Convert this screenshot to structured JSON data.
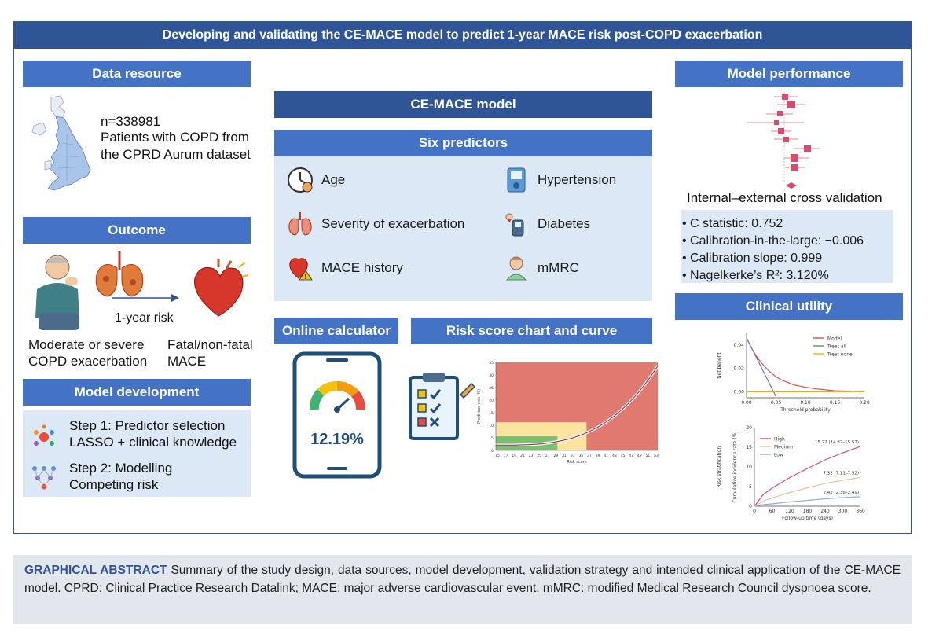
{
  "banner_title": "Developing and validating the CE-MACE model to predict 1-year MACE risk post-COPD exacerbation",
  "data_resource": {
    "header": "Data resource",
    "n": "n=338981",
    "line1": "Patients with COPD from",
    "line2": "the CPRD Aurum dataset"
  },
  "outcome": {
    "header": "Outcome",
    "arrow_label": "1-year risk",
    "left_line1": "Moderate or severe",
    "left_line2": "COPD exacerbation",
    "right_line1": "Fatal/non-fatal",
    "right_line2": "MACE"
  },
  "model_development": {
    "header": "Model development",
    "step1_title": "Step 1: Predictor selection",
    "step1_detail": "LASSO + clinical knowledge",
    "step2_title": "Step 2: Modelling",
    "step2_detail": "Competing risk"
  },
  "ce_mace": {
    "header": "CE-MACE model"
  },
  "predictors": {
    "header": "Six predictors",
    "items": [
      "Age",
      "Hypertension",
      "Severity of exacerbation",
      "Diabetes",
      "MACE history",
      "mMRC"
    ]
  },
  "online_calculator": {
    "header": "Online calculator",
    "value": "12.19%"
  },
  "risk_chart": {
    "header": "Risk score chart and curve",
    "xlabel": "Risk score",
    "ylabel": "Predicted risk (%)",
    "x_ticks": [
      "15",
      "17",
      "19",
      "21",
      "23",
      "25",
      "27",
      "29",
      "31",
      "33",
      "35",
      "37",
      "39",
      "41",
      "43",
      "45",
      "47",
      "49",
      "51",
      "53"
    ],
    "y_ticks": [
      "0",
      "5",
      "10",
      "15",
      "20",
      "25",
      "30",
      "35"
    ]
  },
  "model_performance": {
    "header": "Model performance",
    "subtitle": "Internal–external cross validation",
    "metrics": [
      "C statistic: 0.752",
      "Calibration-in-the-large: −0.006",
      "Calibration slope: 0.999",
      "Nagelkerke’s R²: 3.120%"
    ]
  },
  "clinical_utility": {
    "header": "Clinical utility",
    "dca": {
      "ylabel": "Net benefit",
      "xlabel": "Threshold probability",
      "x_ticks": [
        "0.00",
        "0.05",
        "0.10",
        "0.15",
        "0.20"
      ],
      "y_ticks": [
        "0.00",
        "0.02",
        "0.04"
      ],
      "legend": [
        "Model",
        "Treat all",
        "Treat none"
      ],
      "colors": {
        "model": "#d9534f",
        "treat_all": "#5a7fc0",
        "treat_none": "#e8b400"
      }
    },
    "stratification": {
      "side_label": "Risk stratification",
      "ylabel": "Cumulative incidence rate (%)",
      "xlabel": "Follow-up time (days)",
      "x_ticks": [
        "0",
        "60",
        "120",
        "180",
        "240",
        "300",
        "360"
      ],
      "y_ticks": [
        "0",
        "5",
        "10",
        "15",
        "20"
      ],
      "legend": [
        "High",
        "Medium",
        "Low"
      ],
      "labels": [
        "15.22 (14.87–15.57)",
        "7.32 (7.11–7.52)",
        "2.42 (2.36–2.49)"
      ],
      "colors": {
        "high": "#d6477e",
        "medium": "#e8c39a",
        "low": "#8fb0d8"
      }
    }
  },
  "chart_data": [
    {
      "type": "line",
      "title": "",
      "xlabel": "Threshold probability",
      "ylabel": "Net benefit",
      "xlim": [
        0,
        0.2
      ],
      "ylim": [
        -0.005,
        0.05
      ],
      "x": [
        0.0,
        0.01,
        0.02,
        0.03,
        0.04,
        0.05,
        0.06,
        0.08,
        0.1,
        0.12,
        0.15,
        0.2
      ],
      "series": [
        {
          "name": "Model",
          "values": [
            0.046,
            0.036,
            0.028,
            0.022,
            0.017,
            0.013,
            0.01,
            0.006,
            0.004,
            0.0025,
            0.001,
            0.0
          ]
        },
        {
          "name": "Treat all",
          "values": [
            0.046,
            0.036,
            0.026,
            0.016,
            0.006,
            -0.004,
            null,
            null,
            null,
            null,
            null,
            null
          ]
        },
        {
          "name": "Treat none",
          "values": [
            0,
            0,
            0,
            0,
            0,
            0,
            0,
            0,
            0,
            0,
            0,
            0
          ]
        }
      ]
    },
    {
      "type": "line",
      "title": "",
      "xlabel": "Follow-up time (days)",
      "ylabel": "Cumulative incidence rate (%)",
      "xlim": [
        0,
        360
      ],
      "ylim": [
        0,
        20
      ],
      "x": [
        0,
        30,
        60,
        120,
        180,
        240,
        300,
        360
      ],
      "series": [
        {
          "name": "High",
          "values": [
            0,
            3.0,
            4.6,
            7.3,
            9.6,
            11.8,
            13.6,
            15.22
          ]
        },
        {
          "name": "Medium",
          "values": [
            0,
            1.3,
            2.1,
            3.5,
            4.7,
            5.8,
            6.6,
            7.32
          ]
        },
        {
          "name": "Low",
          "values": [
            0,
            0.4,
            0.6,
            1.1,
            1.5,
            1.9,
            2.2,
            2.42
          ]
        }
      ]
    }
  ],
  "caption": {
    "lead": "GRAPHICAL ABSTRACT",
    "text": "Summary of the study design, data sources, model development, validation strategy and intended clinical application of the CE-MACE model. CPRD: Clinical Practice Research Datalink; MACE: major adverse cardiovascular event; mMRC: modified Medical Research Council dyspnoea score."
  }
}
